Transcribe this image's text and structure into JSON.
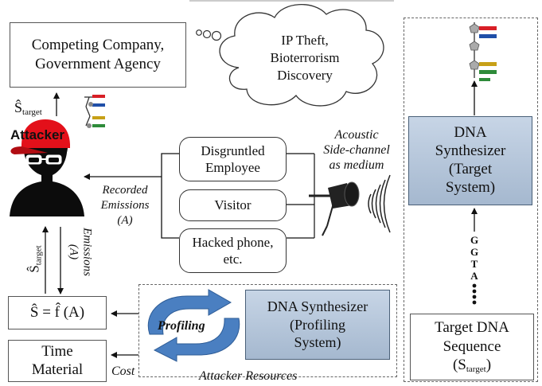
{
  "competing_box": {
    "line1": "Competing Company,",
    "line2": "Government Agency"
  },
  "thought_cloud": {
    "line1": "IP Theft,",
    "line2": "Bioterrorism",
    "line3": "Discovery"
  },
  "attacker": {
    "label": "Attacker",
    "s_hat_symbol": "Ŝ",
    "s_hat_sub": "target"
  },
  "channels": {
    "employee": {
      "line1": "Disgruntled",
      "line2": "Employee"
    },
    "visitor": "Visitor",
    "phone": {
      "line1": "Hacked phone,",
      "line2": "etc."
    }
  },
  "acoustic": {
    "line1": "Acoustic",
    "line2": "Side-channel",
    "line3": "as medium"
  },
  "recorded": {
    "line1": "Recorded",
    "line2": "Emissions",
    "line3": "(A)"
  },
  "emissions_vertical": {
    "line1": "Emissions",
    "line2": "(A)"
  },
  "s_hat_vertical": {
    "symbol": "Ŝ",
    "sub": "target"
  },
  "estimate_box": "Ŝ = f̂ (A)",
  "time_material": {
    "line1": "Time",
    "line2": "Material"
  },
  "cost_label": "Cost",
  "profiling_label": "Profiling",
  "profiling_synth": {
    "line1": "DNA Synthesizer",
    "line2": "(Profiling",
    "line3": "System)"
  },
  "attacker_resources": "Attacker Resources",
  "target_synth": {
    "line1": "DNA",
    "line2": "Synthesizer",
    "line3": "(Target",
    "line4": "System)"
  },
  "sequence_letters": [
    "G",
    "G",
    "T",
    "A"
  ],
  "target_dna": {
    "line1": "Target DNA",
    "line2": "Sequence",
    "line3_prefix": "(S",
    "line3_sub": "target",
    "line3_suffix": ")"
  },
  "colors": {
    "synth_fill": "#b6c6da",
    "cycle_arrow": "#4a7fc1",
    "cap_red": "#e3101a"
  }
}
